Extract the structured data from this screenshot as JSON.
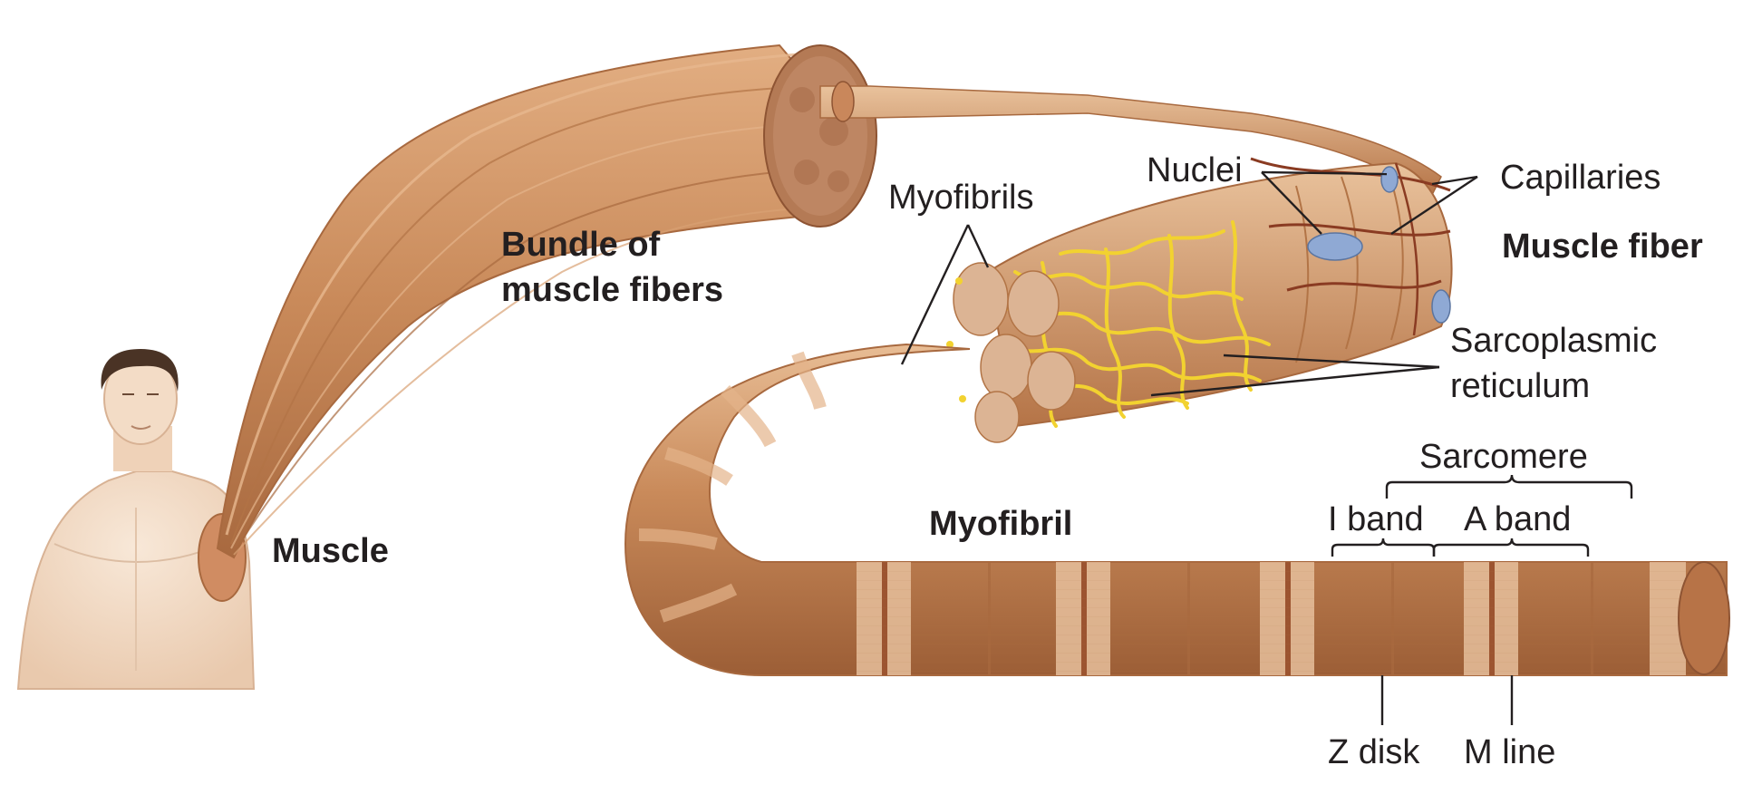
{
  "labels": {
    "muscle": "Muscle",
    "bundle_line1": "Bundle of",
    "bundle_line2": "muscle fibers",
    "myofibrils": "Myofibrils",
    "nuclei": "Nuclei",
    "capillaries": "Capillaries",
    "muscle_fiber": "Muscle fiber",
    "sarcoplasmic_line1": "Sarcoplasmic",
    "sarcoplasmic_line2": "reticulum",
    "sarcomere": "Sarcomere",
    "i_band": "I band",
    "a_band": "A band",
    "myofibril": "Myofibril",
    "z_disk": "Z disk",
    "m_line": "M line"
  },
  "colors": {
    "muscle_tissue": "#c98a5a",
    "muscle_dark": "#a8693f",
    "muscle_light": "#e6b990",
    "skin": "#f3dcc6",
    "sarcoplasmic_reticulum": "#f2d230",
    "nucleus": "#8fa9d4",
    "capillary": "#8a3b22",
    "leader_line": "#231f20"
  }
}
